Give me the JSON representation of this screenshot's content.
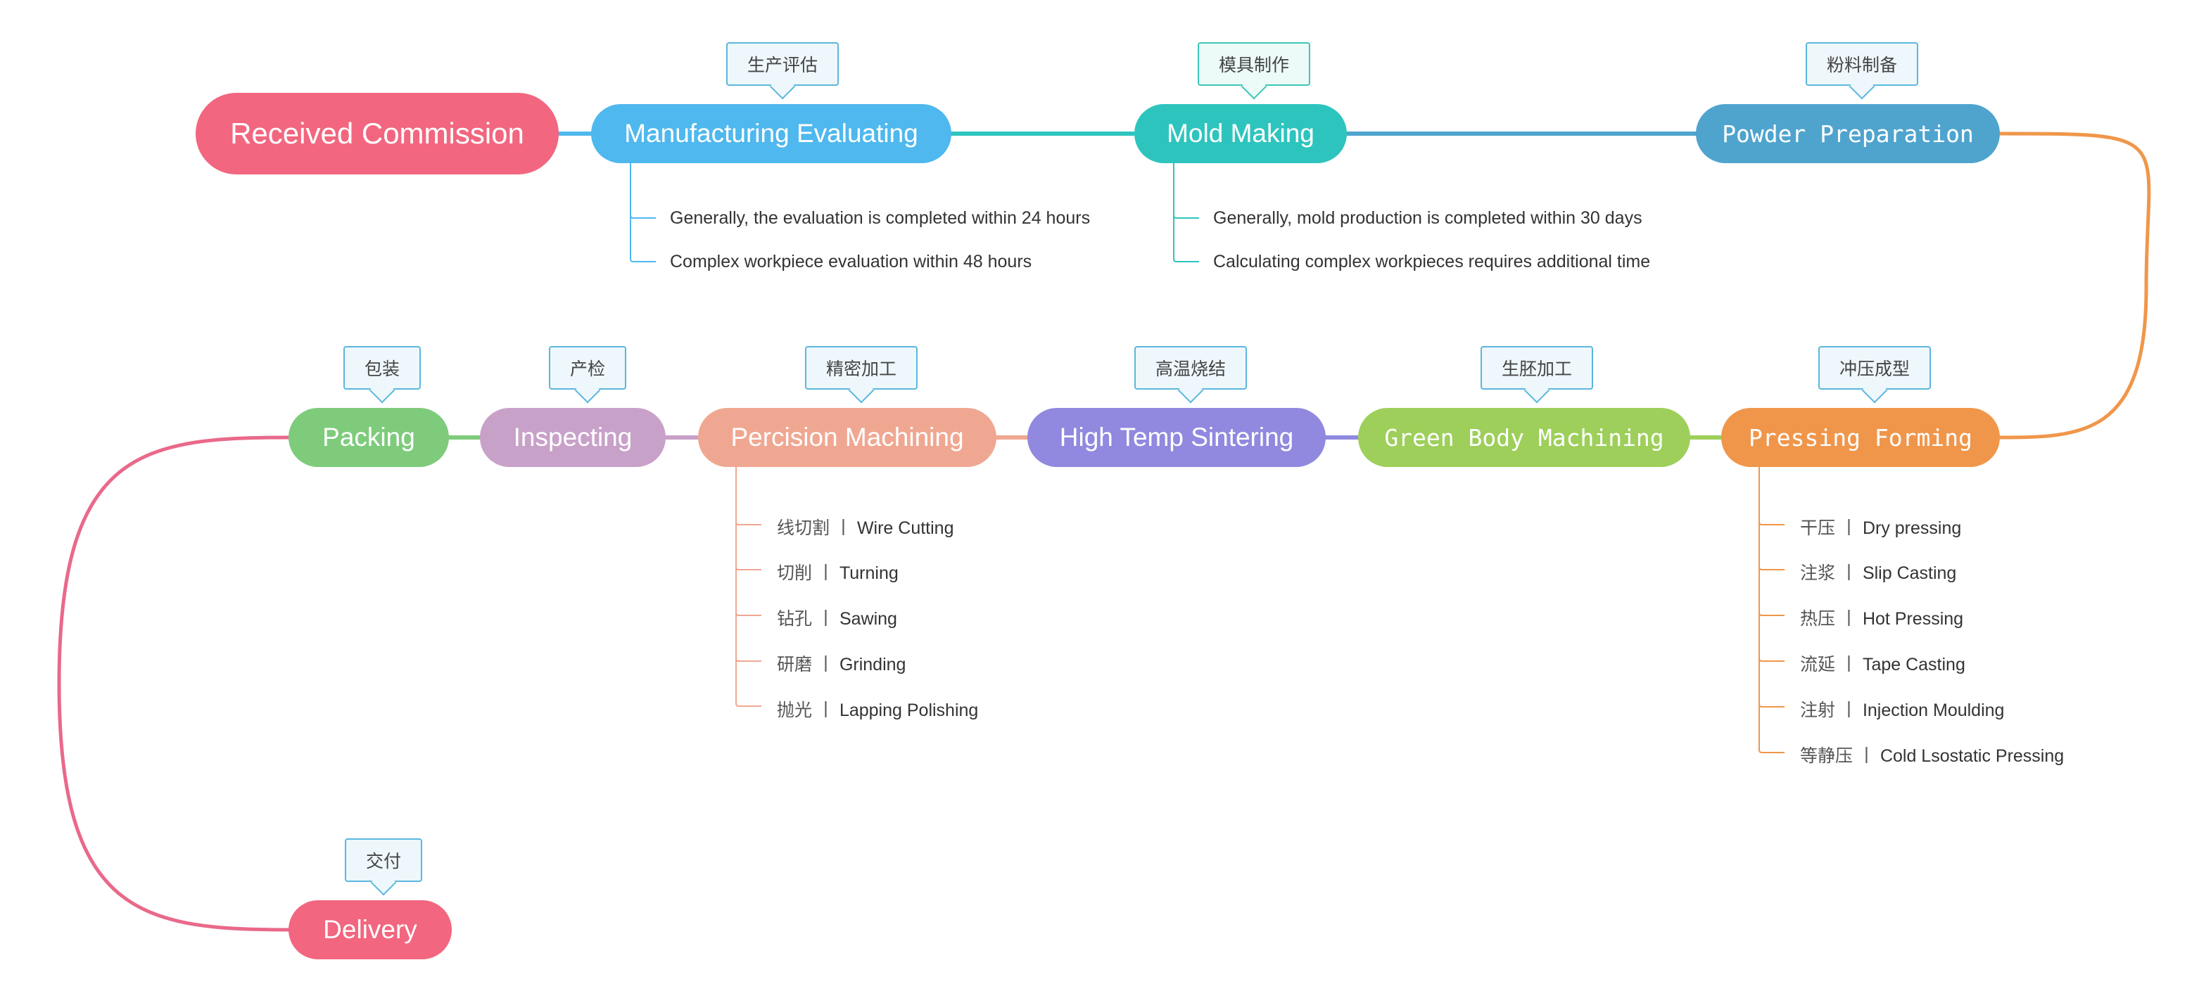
{
  "nodes": {
    "received": {
      "label": "Received Commission",
      "color": "#F2667F"
    },
    "manufacturing": {
      "label": "Manufacturing Evaluating",
      "color": "#4FB8EE",
      "callout": "生产评估"
    },
    "mold": {
      "label": "Mold Making",
      "color": "#2EC4BE",
      "callout": "模具制作"
    },
    "powder": {
      "label": "Powder Preparation",
      "color": "#4FA4CE",
      "callout": "粉料制备"
    },
    "pressing": {
      "label": "Pressing Forming",
      "color": "#F0964A",
      "callout": "冲压成型"
    },
    "greenbody": {
      "label": "Green Body Machining",
      "color": "#9DCF5A",
      "callout": "生胚加工"
    },
    "sintering": {
      "label": "High Temp Sintering",
      "color": "#9089DF",
      "callout": "高温烧结"
    },
    "machining": {
      "label": "Percision Machining",
      "color": "#F0A791",
      "callout": "精密加工"
    },
    "inspecting": {
      "label": "Inspecting",
      "color": "#C8A1C9",
      "callout": "产检"
    },
    "packing": {
      "label": "Packing",
      "color": "#7ECB7C",
      "callout": "包装"
    },
    "delivery": {
      "label": "Delivery",
      "color": "#F2667F",
      "callout": "交付"
    }
  },
  "details": {
    "manufacturing": [
      "Generally, the evaluation is completed within 24 hours",
      "Complex workpiece evaluation within 48 hours"
    ],
    "mold": [
      "Generally, mold production is completed within 30 days",
      "Calculating complex workpieces requires additional time"
    ],
    "machining": [
      {
        "cn": "线切割",
        "en": "Wire Cutting"
      },
      {
        "cn": "切削",
        "en": "Turning"
      },
      {
        "cn": "钻孔",
        "en": "Sawing"
      },
      {
        "cn": "研磨",
        "en": "Grinding"
      },
      {
        "cn": "抛光",
        "en": "Lapping Polishing"
      }
    ],
    "pressing": [
      {
        "cn": "干压",
        "en": "Dry pressing"
      },
      {
        "cn": "注浆",
        "en": "Slip Casting"
      },
      {
        "cn": "热压",
        "en": "Hot Pressing"
      },
      {
        "cn": "流延",
        "en": "Tape Casting"
      },
      {
        "cn": "注射",
        "en": "Injection Moulding"
      },
      {
        "cn": "等静压",
        "en": "Cold Lsostatic Pressing"
      }
    ]
  },
  "separator": "丨",
  "colors": {
    "callout_border": "#5BB7DD",
    "callout_fill": "#EEF7FC",
    "callout_border_green": "#3CC6B8",
    "callout_fill_green": "#ECFAF8"
  }
}
